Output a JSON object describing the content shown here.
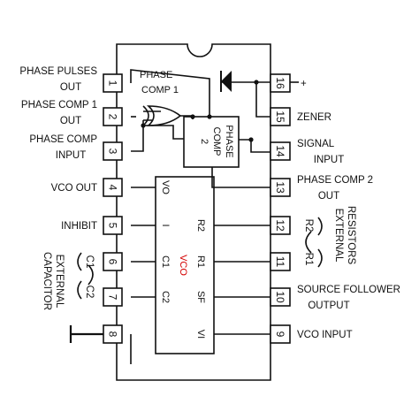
{
  "pins_left": [
    {
      "num": "1",
      "label": [
        "PHASE PULSES",
        "OUT"
      ]
    },
    {
      "num": "2",
      "label": [
        "PHASE COMP 1",
        "OUT"
      ]
    },
    {
      "num": "3",
      "label": [
        "PHASE COMP",
        "INPUT"
      ]
    },
    {
      "num": "4",
      "label": [
        "VCO OUT"
      ]
    },
    {
      "num": "5",
      "label": [
        "INHIBIT"
      ]
    },
    {
      "num": "6",
      "label": []
    },
    {
      "num": "7",
      "label": []
    },
    {
      "num": "8",
      "label": []
    }
  ],
  "pins_right": [
    {
      "num": "16",
      "label": [
        "+"
      ]
    },
    {
      "num": "15",
      "label": [
        "ZENER"
      ]
    },
    {
      "num": "14",
      "label": [
        "SIGNAL",
        "INPUT"
      ]
    },
    {
      "num": "13",
      "label": [
        "PHASE COMP 2",
        "OUT"
      ]
    },
    {
      "num": "12",
      "label": []
    },
    {
      "num": "11",
      "label": []
    },
    {
      "num": "10",
      "label": [
        "SOURCE FOLLOWER",
        "OUTPUT"
      ]
    },
    {
      "num": "9",
      "label": [
        "VCO INPUT"
      ]
    }
  ],
  "left_group": {
    "title": [
      "EXTERNAL",
      "CAPACITOR"
    ],
    "c1": "C1",
    "c2": "C2"
  },
  "right_group": {
    "title": [
      "EXTERNAL",
      "RESISTORS"
    ],
    "r2": "R2",
    "r1": "R1"
  },
  "internal": {
    "phase_comp1": [
      "PHASE",
      "COMP 1"
    ],
    "phase_comp2": [
      "PHASE",
      "COMP",
      "2"
    ],
    "vco_name": "VCO",
    "vco_left": [
      "VO",
      "I",
      "C1",
      "C2"
    ],
    "vco_right": [
      "R2",
      "R1",
      "SF",
      "VI"
    ]
  }
}
